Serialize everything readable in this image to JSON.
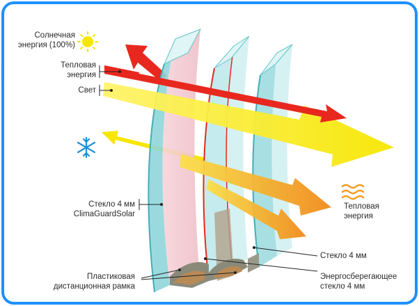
{
  "labels": {
    "solar": {
      "line1": "Солнечная",
      "line2": "энергия (100%)"
    },
    "heat_in": {
      "line1": "Тепловая",
      "line2": "энергия"
    },
    "light": "Свет",
    "glass_cgs": {
      "line1": "Стекло 4 мм",
      "line2": "ClimaGuardSolar"
    },
    "spacer": {
      "line1": "Пластиковая",
      "line2": "дистанционная рамка"
    },
    "heat_out": {
      "line1": "Тепловая",
      "line2": "энергия"
    },
    "glass_4mm": "Стекло 4 мм",
    "energy_glass": {
      "line1": "Энергосберегающее",
      "line2": "стекло 4 мм"
    }
  },
  "icons": {
    "sun": "sun-icon",
    "snowflake": "snowflake-icon",
    "heat_waves": "heat-waves-icon"
  },
  "colors": {
    "frame_border": "#1e90ff",
    "glass_edge": "#5fc4c8",
    "glass_fill": "#cfeef0",
    "tinted_glass": "#f3c9cf",
    "heat_arrow": "#e8281e",
    "light_arrow": "#f6e600",
    "reflected_arrow": "#f59a1e",
    "snowflake": "#1e8fd6",
    "sun": "#f6e600"
  }
}
